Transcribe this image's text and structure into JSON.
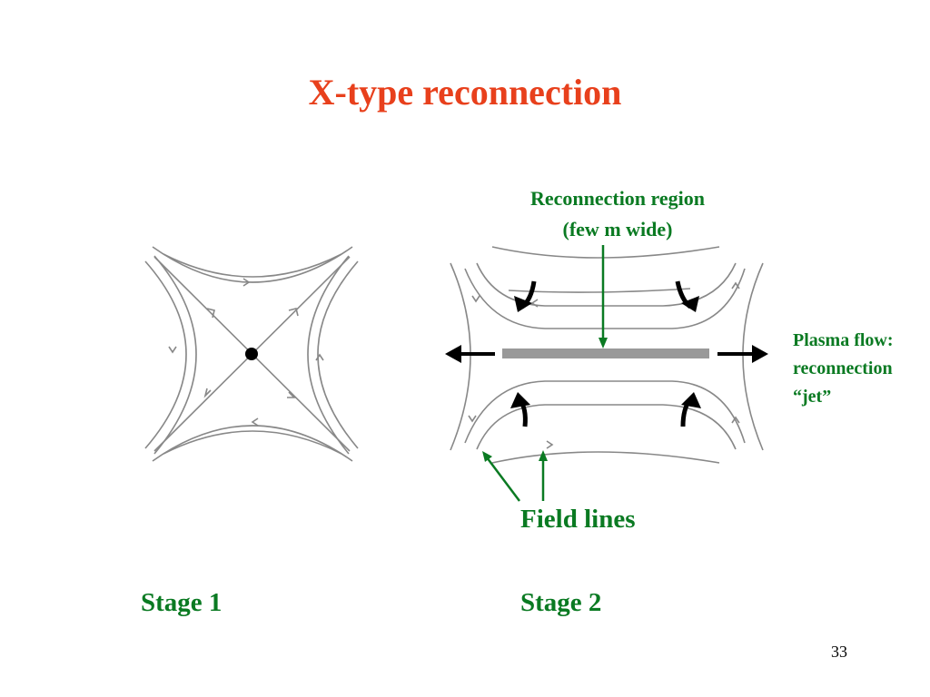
{
  "slide": {
    "title": "X-type reconnection",
    "page_number": "33"
  },
  "labels": {
    "reconnection_region_line1": "Reconnection region",
    "reconnection_region_line2": "(few m wide)",
    "plasma_flow_line1": "Plasma flow:",
    "plasma_flow_line2": "reconnection",
    "plasma_flow_line3": "“jet”",
    "field_lines": "Field lines",
    "stage1": "Stage 1",
    "stage2": "Stage 2"
  },
  "colors": {
    "title": "#e8401c",
    "annotation": "#0a7a22",
    "field_line": "#888888",
    "reconnection_bar": "#999999"
  }
}
